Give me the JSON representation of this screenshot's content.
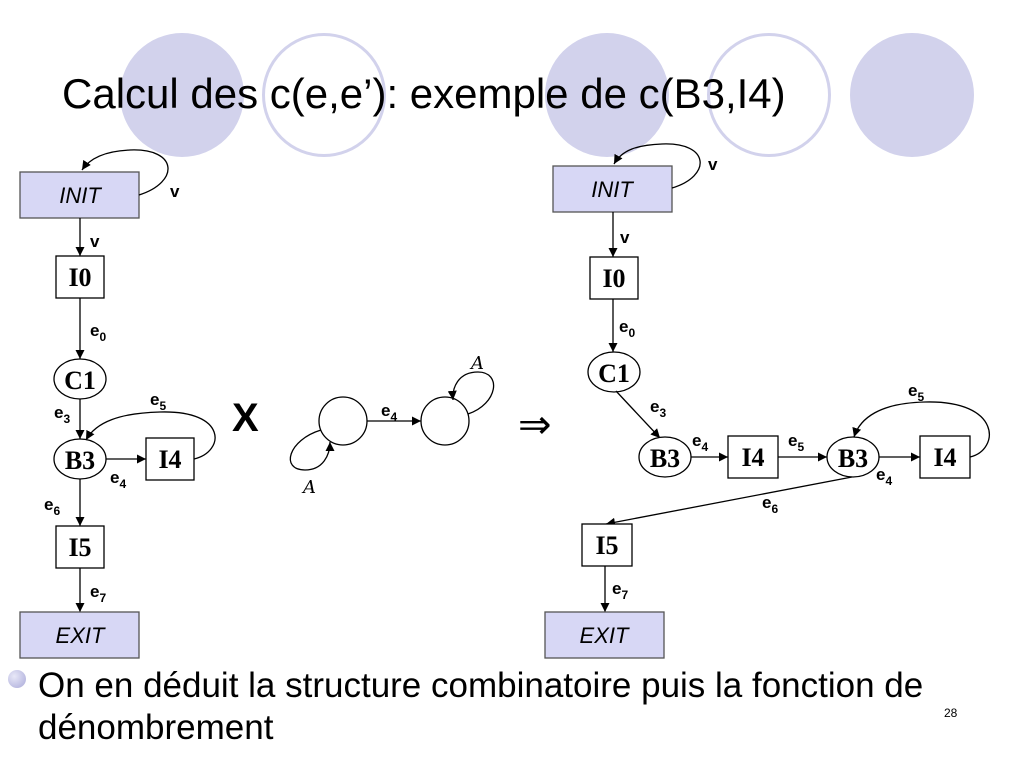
{
  "title": "Calcul des c(e,e’): exemple de c(B3,I4)",
  "bullet": "On en déduit la structure combinatoire puis la fonction de dénombrement",
  "page_number": "28",
  "colors": {
    "accent_circle": "#d2d2ec",
    "init_exit_fill": "#d7d7f5"
  },
  "labels": {
    "init": "INIT",
    "exit": "EXIT",
    "I0": "I0",
    "C1": "C1",
    "B3": "B3",
    "I4": "I4",
    "I5": "I5",
    "v": "v",
    "e": "e",
    "sub0": "0",
    "sub3": "3",
    "sub4": "4",
    "sub5": "5",
    "sub6": "6",
    "sub7": "7",
    "times": "X",
    "implies": "⇒",
    "A": "A"
  }
}
